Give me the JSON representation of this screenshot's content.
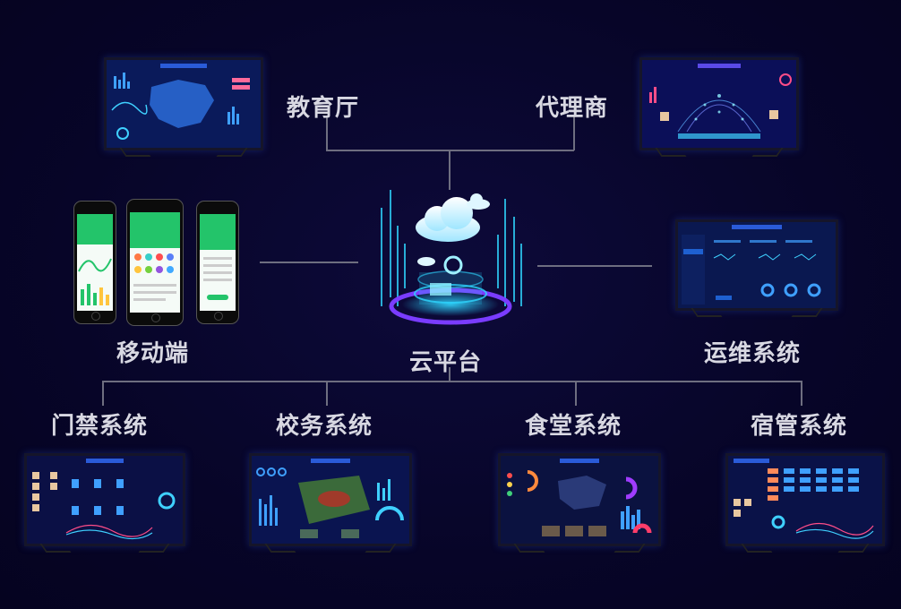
{
  "nodes": {
    "center": "云平台",
    "edu": "教育厅",
    "agent": "代理商",
    "mobile": "移动端",
    "ops": "运维系统",
    "access": "门禁系统",
    "school": "校务系统",
    "canteen": "食堂系统",
    "dorm": "宿管系统"
  },
  "colors": {
    "background": "#070528",
    "connector": "#6e6e80",
    "label": "#d8d8e2",
    "cloud_glow": "#2fd6ff",
    "accent_purple": "#7a3cff",
    "phone_green": "#23c46a"
  },
  "icons": {
    "center": "cloud-platform-icon"
  }
}
